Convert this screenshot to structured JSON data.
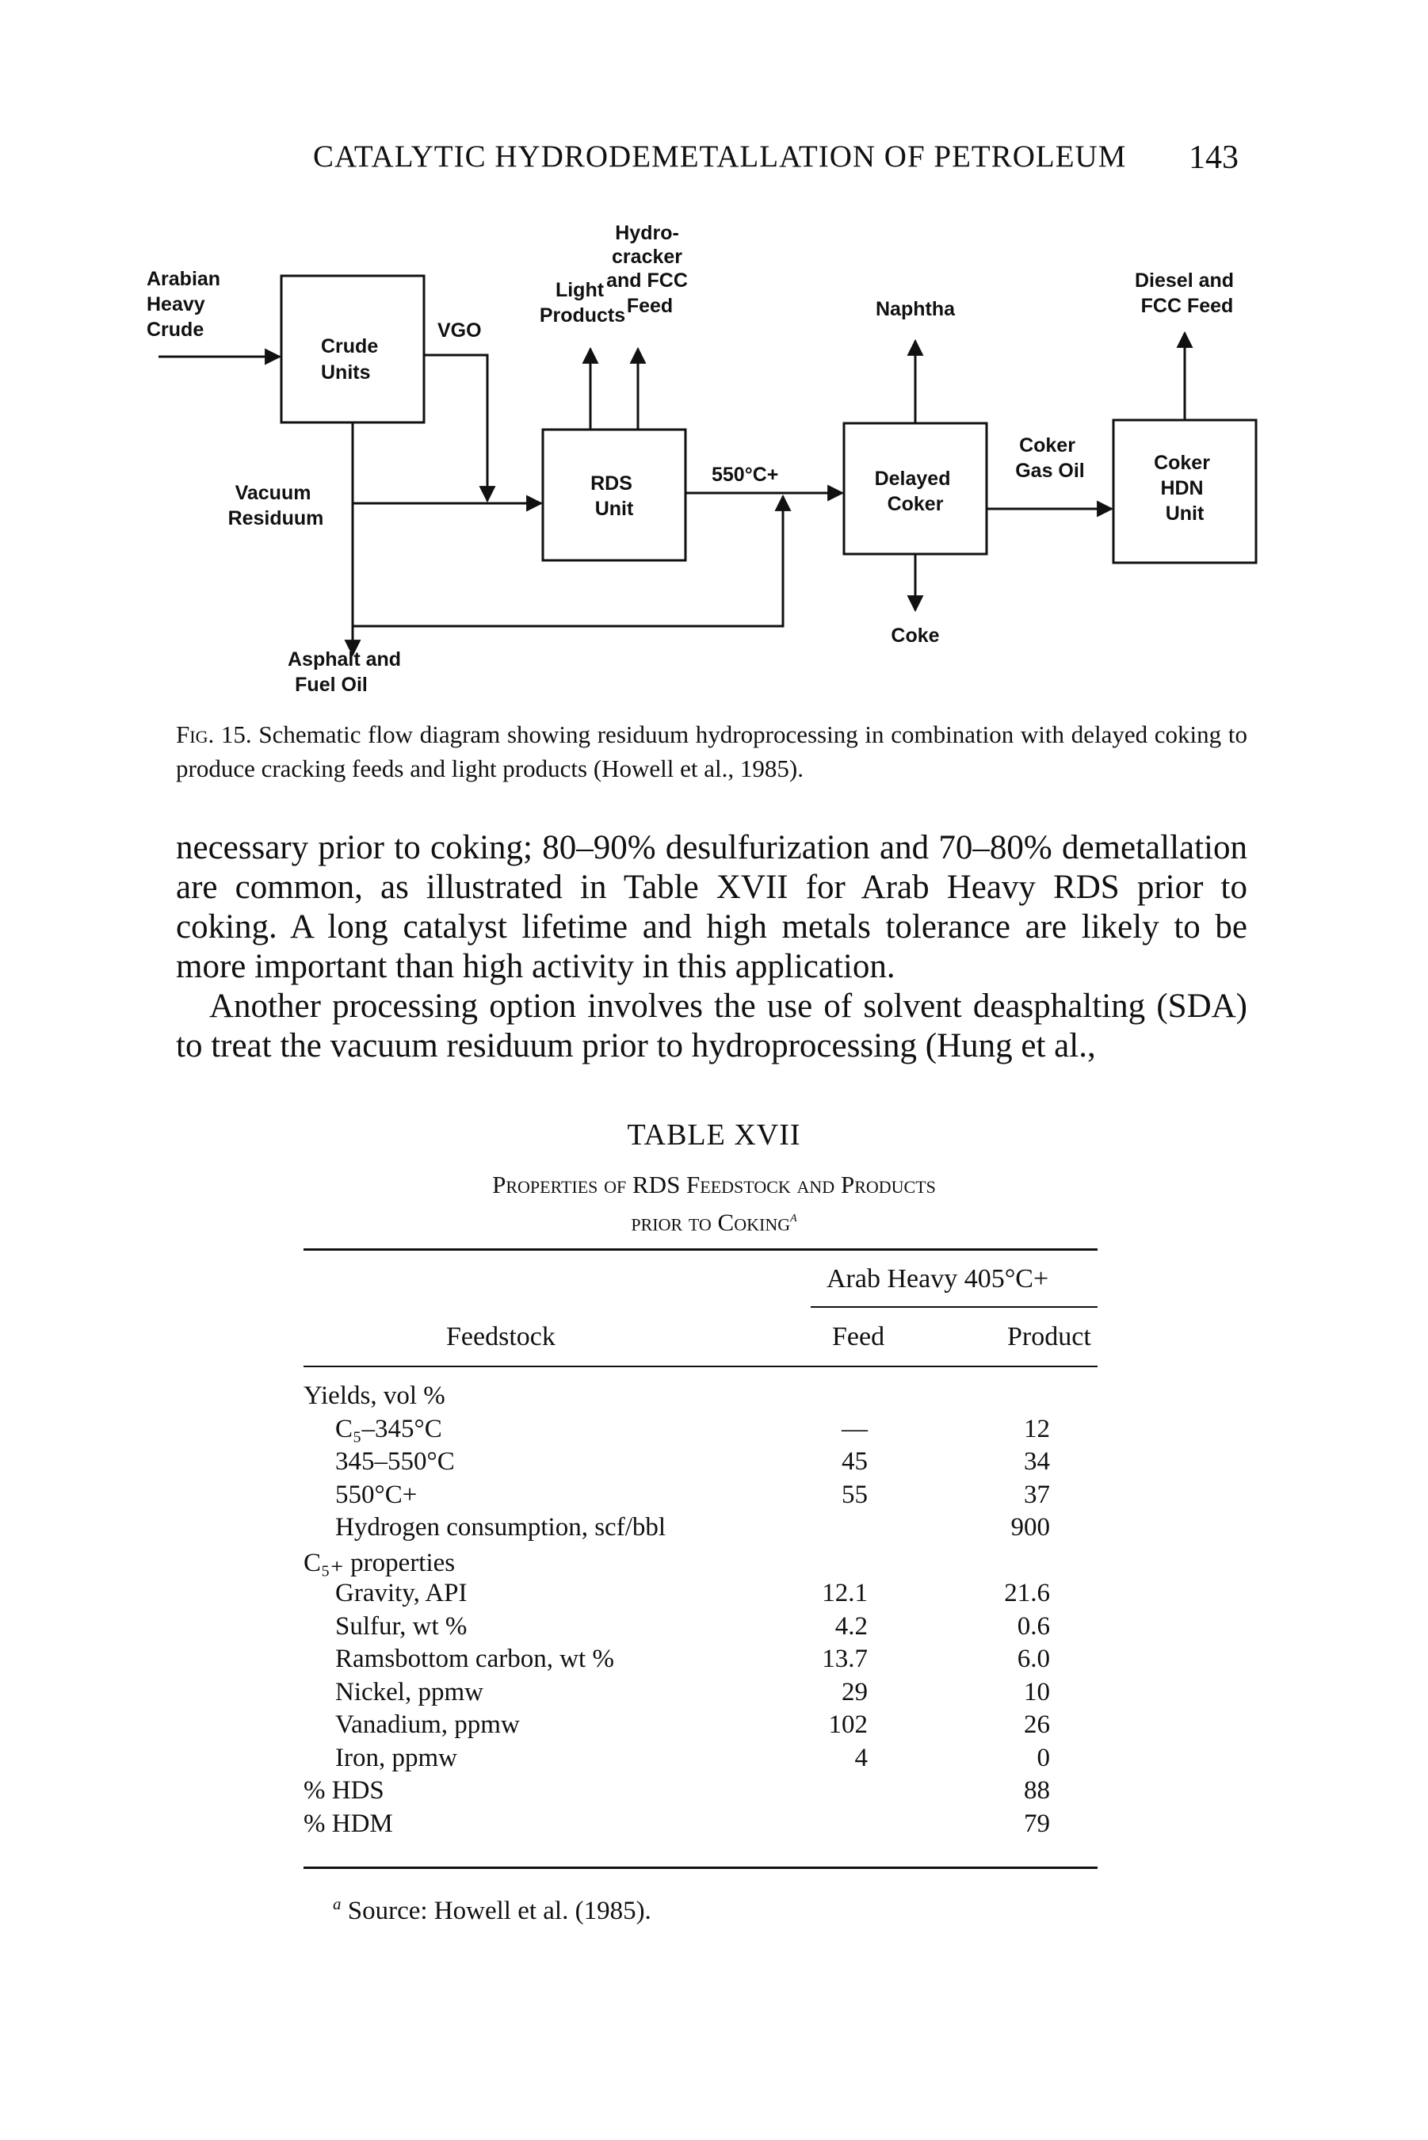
{
  "header": {
    "running_title": "CATALYTIC HYDRODEMETALLATION OF PETROLEUM",
    "page_number": "143"
  },
  "figure": {
    "nodes": {
      "arabian_heavy_crude": [
        "Arabian",
        "Heavy",
        "Crude"
      ],
      "crude_units": [
        "Crude",
        "Units"
      ],
      "vgo": "VGO",
      "vacuum_residuum": [
        "Vacuum",
        "Residuum"
      ],
      "light_products": [
        "Light",
        "Products"
      ],
      "hydrocracker_feed": [
        "Hydro-",
        "cracker",
        "and FCC",
        "Feed"
      ],
      "rds_unit": [
        "RDS",
        "Unit"
      ],
      "stream_550": "550°C+",
      "naphtha": "Naphtha",
      "delayed_coker": [
        "Delayed",
        "Coker"
      ],
      "coker_gas_oil": [
        "Coker",
        "Gas Oil"
      ],
      "coker_hdn_unit": [
        "Coker",
        "HDN",
        "Unit"
      ],
      "diesel_fcc_feed": [
        "Diesel and",
        "FCC Feed"
      ],
      "coke": "Coke",
      "asphalt_fuel_oil": [
        "Asphalt and",
        "Fuel Oil"
      ]
    },
    "caption_label": "Fig. 15.",
    "caption_text": "Schematic flow diagram showing residuum hydroprocessing in combination with delayed coking to produce cracking feeds and light products (Howell et al., 1985)."
  },
  "body": {
    "paragraph1": "necessary prior to coking; 80–90% desulfurization and 70–80% demetallation are common, as illustrated in Table XVII for Arab Heavy RDS prior to coking. A long catalyst lifetime and high metals tolerance are likely to be more important than high activity in this application.",
    "paragraph2": "Another processing option involves the use of solvent deasphalting (SDA) to treat the vacuum residuum prior to hydroprocessing (Hung et al.,"
  },
  "table": {
    "title": "TABLE XVII",
    "subtitle_line1": "Properties of RDS Feedstock and Products",
    "subtitle_line2": "prior to Coking",
    "subtitle_mark": "a",
    "group_header": "Arab Heavy 405°C+",
    "col_feedstock": "Feedstock",
    "col_feed": "Feed",
    "col_product": "Product",
    "rows": [
      {
        "label": "Yields, vol %",
        "feed": "",
        "product": "",
        "indent": 0
      },
      {
        "label": "C₅–345°C",
        "feed": "—",
        "product": "12",
        "indent": 1
      },
      {
        "label": "345–550°C",
        "feed": "45",
        "product": "34",
        "indent": 1
      },
      {
        "label": "550°C+",
        "feed": "55",
        "product": "37",
        "indent": 1
      },
      {
        "label": "Hydrogen consumption, scf/bbl",
        "feed": "",
        "product": "900",
        "indent": 1
      },
      {
        "label": "C₅₊ properties",
        "feed": "",
        "product": "",
        "indent": 0
      },
      {
        "label": "Gravity, API",
        "feed": "12.1",
        "product": "21.6",
        "indent": 1
      },
      {
        "label": "Sulfur, wt %",
        "feed": "4.2",
        "product": "0.6",
        "indent": 1
      },
      {
        "label": "Ramsbottom carbon, wt %",
        "feed": "13.7",
        "product": "6.0",
        "indent": 1
      },
      {
        "label": "Nickel, ppmw",
        "feed": "29",
        "product": "10",
        "indent": 1
      },
      {
        "label": "Vanadium, ppmw",
        "feed": "102",
        "product": "26",
        "indent": 1
      },
      {
        "label": "Iron, ppmw",
        "feed": "4",
        "product": "0",
        "indent": 1
      },
      {
        "label": "% HDS",
        "feed": "",
        "product": "88",
        "indent": 0
      },
      {
        "label": "% HDM",
        "feed": "",
        "product": "79",
        "indent": 0
      }
    ],
    "footnote_mark": "a",
    "footnote_text": "Source: Howell et al. (1985)."
  }
}
